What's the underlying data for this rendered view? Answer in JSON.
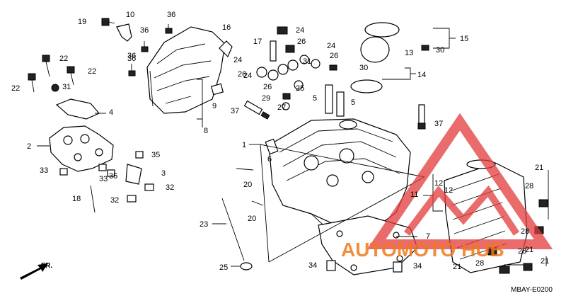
{
  "diagram": {
    "labels": [
      {
        "id": "l1",
        "text": "1"
      },
      {
        "id": "l2",
        "text": "2"
      },
      {
        "id": "l3",
        "text": "3"
      },
      {
        "id": "l4",
        "text": "4"
      },
      {
        "id": "l5a",
        "text": "5"
      },
      {
        "id": "l5b",
        "text": "5"
      },
      {
        "id": "l6",
        "text": "6"
      },
      {
        "id": "l7",
        "text": "7"
      },
      {
        "id": "l8",
        "text": "8"
      },
      {
        "id": "l9",
        "text": "9"
      },
      {
        "id": "l10",
        "text": "10"
      },
      {
        "id": "l11",
        "text": "11"
      },
      {
        "id": "l12a",
        "text": "12"
      },
      {
        "id": "l12b",
        "text": "12"
      },
      {
        "id": "l13",
        "text": "13"
      },
      {
        "id": "l14",
        "text": "14"
      },
      {
        "id": "l15",
        "text": "15"
      },
      {
        "id": "l16",
        "text": "16"
      },
      {
        "id": "l17",
        "text": "17"
      },
      {
        "id": "l18",
        "text": "18"
      },
      {
        "id": "l19",
        "text": "19"
      },
      {
        "id": "l20a",
        "text": "20"
      },
      {
        "id": "l20b",
        "text": "20"
      },
      {
        "id": "l21a",
        "text": "21"
      },
      {
        "id": "l21b",
        "text": "21"
      },
      {
        "id": "l21c",
        "text": "21"
      },
      {
        "id": "l21d",
        "text": "21"
      },
      {
        "id": "l22a",
        "text": "22"
      },
      {
        "id": "l22b",
        "text": "22"
      },
      {
        "id": "l22c",
        "text": "22"
      },
      {
        "id": "l23",
        "text": "23"
      },
      {
        "id": "l24a",
        "text": "24"
      },
      {
        "id": "l24b",
        "text": "24"
      },
      {
        "id": "l24c",
        "text": "24"
      },
      {
        "id": "l24d",
        "text": "24"
      },
      {
        "id": "l25a",
        "text": "25"
      },
      {
        "id": "l25b",
        "text": "25"
      },
      {
        "id": "l26a",
        "text": "26"
      },
      {
        "id": "l26b",
        "text": "26"
      },
      {
        "id": "l26c",
        "text": "26"
      },
      {
        "id": "l26d",
        "text": "26"
      },
      {
        "id": "l27",
        "text": "27"
      },
      {
        "id": "l28a",
        "text": "28"
      },
      {
        "id": "l28b",
        "text": "28"
      },
      {
        "id": "l28c",
        "text": "28"
      },
      {
        "id": "l28d",
        "text": "28"
      },
      {
        "id": "l29",
        "text": "29"
      },
      {
        "id": "l30a",
        "text": "30"
      },
      {
        "id": "l30b",
        "text": "30"
      },
      {
        "id": "l31a",
        "text": "31"
      },
      {
        "id": "l31b",
        "text": "31"
      },
      {
        "id": "l32a",
        "text": "32"
      },
      {
        "id": "l32b",
        "text": "32"
      },
      {
        "id": "l33a",
        "text": "33"
      },
      {
        "id": "l33b",
        "text": "33"
      },
      {
        "id": "l34a",
        "text": "34"
      },
      {
        "id": "l34b",
        "text": "34"
      },
      {
        "id": "l35a",
        "text": "35"
      },
      {
        "id": "l35b",
        "text": "35"
      },
      {
        "id": "l36a",
        "text": "36"
      },
      {
        "id": "l36b",
        "text": "36"
      },
      {
        "id": "l36c",
        "text": "36"
      },
      {
        "id": "l36d",
        "text": "36"
      },
      {
        "id": "l37a",
        "text": "37"
      },
      {
        "id": "l37b",
        "text": "37"
      }
    ],
    "front_label": "FR.",
    "diagram_code": "MBAY-E0200",
    "watermark": {
      "text": "AUTOMOTO HUB",
      "color_primary": "#f07a1a",
      "color_secondary": "#555555",
      "logo_color": "#e23a3a"
    }
  }
}
